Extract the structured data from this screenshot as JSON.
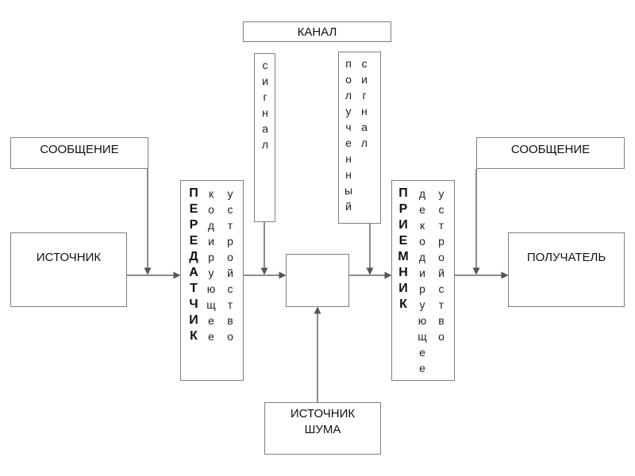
{
  "diagram": {
    "channel": "КАНАЛ",
    "message_left": "СООБЩЕНИЕ",
    "message_right": "СООБЩЕНИЕ",
    "source": "ИСТОЧНИК",
    "receiver_end": "ПОЛУЧАТЕЛЬ",
    "noise_source_line1": "ИСТОЧНИК",
    "noise_source_line2": "ШУМА",
    "transmitter": {
      "title": "ПЕРЕДАТЧИК",
      "col2": "кодирующее",
      "col3": "устройство"
    },
    "receiver": {
      "title": "ПРИЕМНИК",
      "col2": "декодирующее",
      "col3": "устройство"
    },
    "signal": "сигнал",
    "received_signal": {
      "col1": "полученный",
      "col2": "сигнал"
    },
    "channel_box_label": ""
  }
}
